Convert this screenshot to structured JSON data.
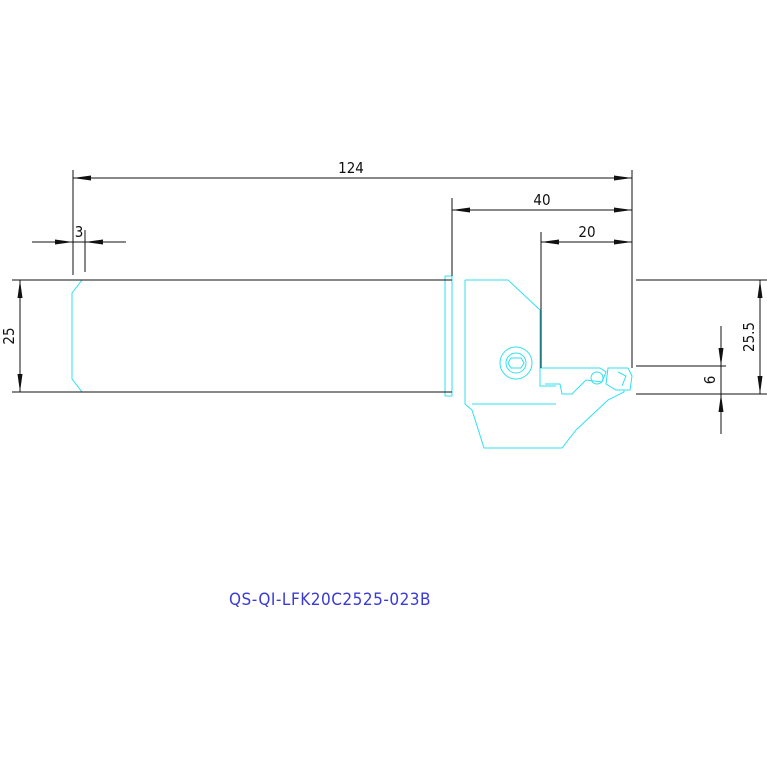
{
  "dimensions": {
    "overall_length": "124",
    "head_length": "40",
    "insert_length": "20",
    "chamfer": "3",
    "shank_height": "25",
    "tip_height": "25.5",
    "insert_width": "6"
  },
  "part_number": "QS-QI-LFK20C2525-023B",
  "colors": {
    "outline": "#2fe0f0",
    "dimension": "#111111",
    "label": "#3a3ad6"
  }
}
